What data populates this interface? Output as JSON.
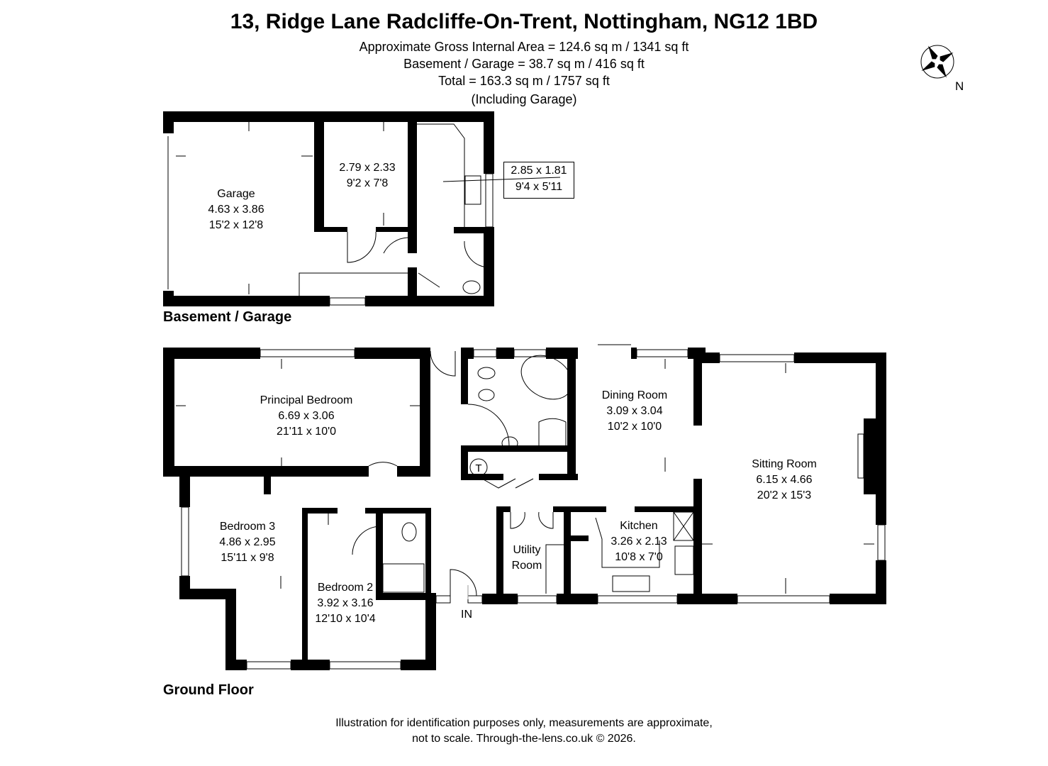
{
  "header": {
    "title": "13, Ridge Lane Radcliffe-On-Trent, Nottingham, NG12 1BD",
    "area_lines": [
      "Approximate Gross Internal Area = 124.6 sq m / 1341 sq ft",
      "Basement / Garage = 38.7 sq m / 416 sq ft",
      "Total = 163.3 sq m / 1757 sq ft",
      "(Including Garage)"
    ]
  },
  "compass": {
    "label": "N"
  },
  "basement": {
    "label": "Basement / Garage",
    "rooms": [
      {
        "name": "Garage",
        "metric": "4.63 x 3.86",
        "imperial": "15'2 x 12'8"
      },
      {
        "name": "",
        "metric": "2.79 x 2.33",
        "imperial": "9'2 x 7'8"
      },
      {
        "name": "",
        "metric": "2.85 x 1.81",
        "imperial": "9'4 x 5'11"
      }
    ]
  },
  "ground": {
    "label": "Ground Floor",
    "entrance": "IN",
    "rooms": [
      {
        "name": "Principal Bedroom",
        "metric": "6.69 x 3.06",
        "imperial": "21'11 x 10'0"
      },
      {
        "name": "Bedroom 3",
        "metric": "4.86 x 2.95",
        "imperial": "15'11 x 9'8"
      },
      {
        "name": "Bedroom 2",
        "metric": "3.92 x 3.16",
        "imperial": "12'10 x 10'4"
      },
      {
        "name": "Dining Room",
        "metric": "3.09 x 3.04",
        "imperial": "10'2 x 10'0"
      },
      {
        "name": "Sitting Room",
        "metric": "6.15 x 4.66",
        "imperial": "20'2 x 15'3"
      },
      {
        "name": "Kitchen",
        "metric": "3.26 x 2.13",
        "imperial": "10'8 x 7'0"
      },
      {
        "name": "Utility",
        "name2": "Room"
      }
    ],
    "tank_label": "T"
  },
  "footer": {
    "lines": [
      "Illustration for identification purposes only, measurements are approximate,",
      "not to scale. Through-the-lens.co.uk © 2026."
    ]
  }
}
